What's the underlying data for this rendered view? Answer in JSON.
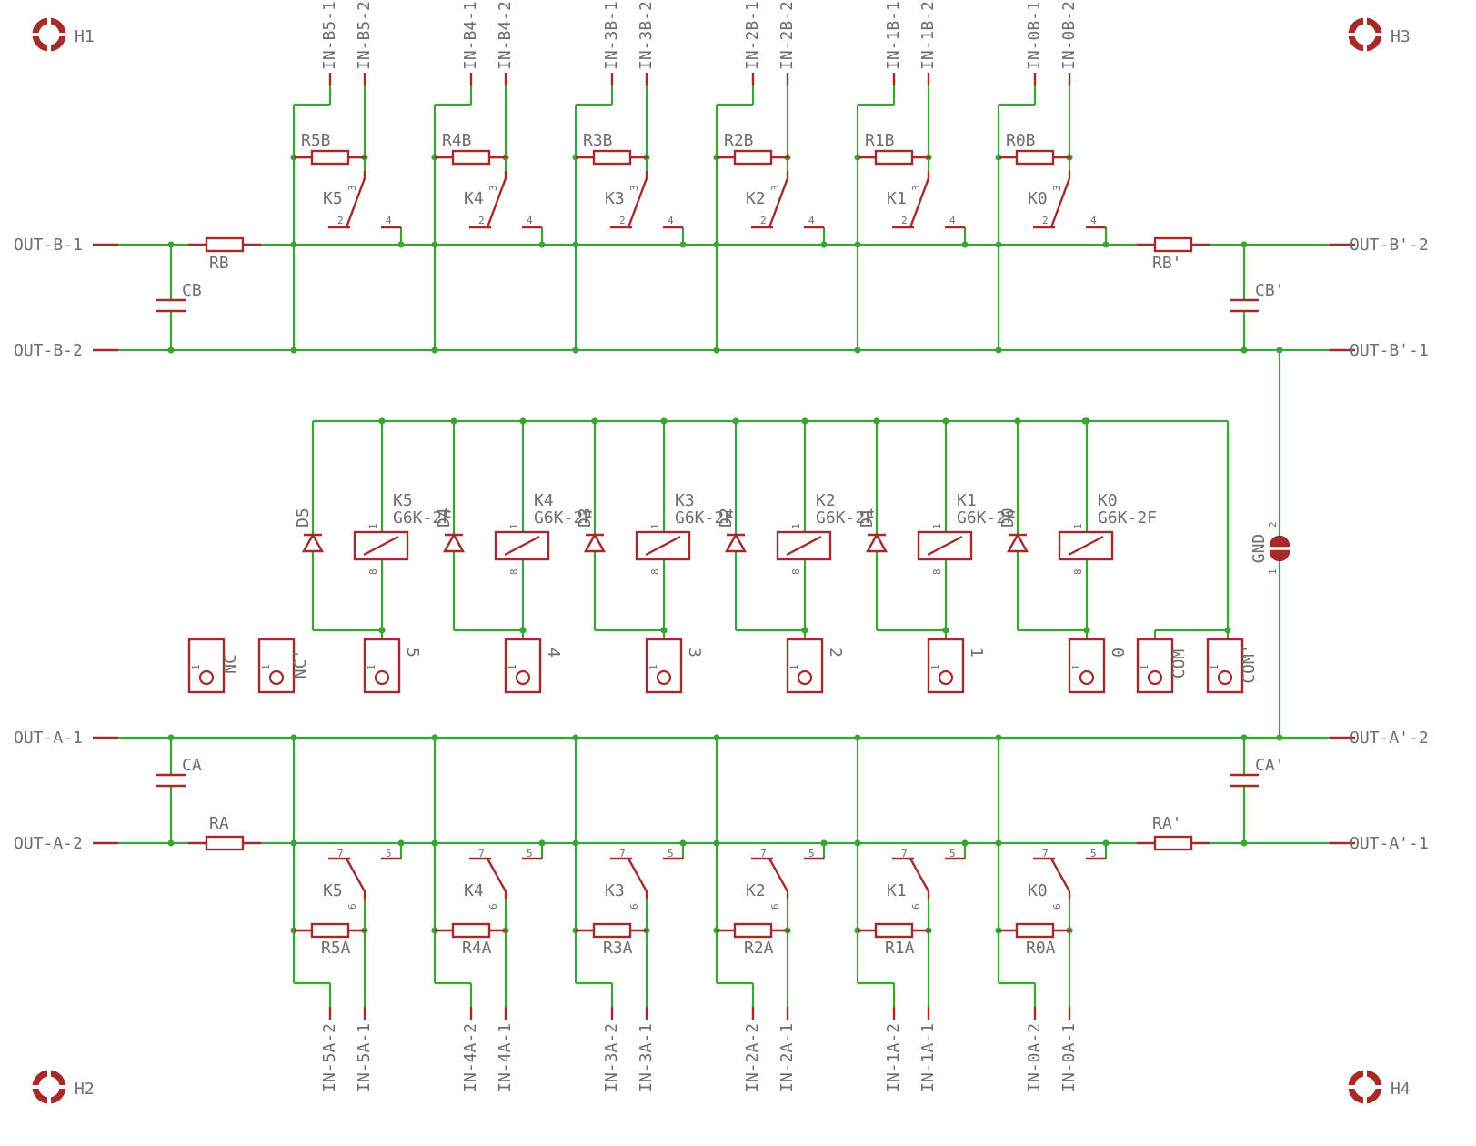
{
  "colors": {
    "wire": "#3aa535",
    "part": "#a52a2a",
    "text": "#6e6e6e"
  },
  "mount_holes": [
    "H1",
    "H2",
    "H3",
    "H4"
  ],
  "out_b": {
    "left_top": "OUT-B-1",
    "left_bottom": "OUT-B-2",
    "right_top": "OUT-B'-2",
    "right_bottom": "OUT-B'-1",
    "r_left": "RB",
    "r_right": "RB'",
    "c_left": "CB",
    "c_right": "CB'"
  },
  "out_a": {
    "left_top": "OUT-A-1",
    "left_bottom": "OUT-A-2",
    "right_top": "OUT-A'-2",
    "right_bottom": "OUT-A'-1",
    "r_left": "RA",
    "r_right": "RA'",
    "c_left": "CA",
    "c_right": "CA'"
  },
  "relay_pins": {
    "p2": "2",
    "p3": "3",
    "p4": "4",
    "p5": "5",
    "p6": "6",
    "p7": "7",
    "c1": "1",
    "c8": "8"
  },
  "relay_type": "G6K-2F",
  "channels": [
    {
      "k": "K5",
      "rb": "R5B",
      "ra": "R5A",
      "inb1": "IN-B5-1",
      "inb2": "IN-B5-2",
      "ina1": "IN-5A-1",
      "ina2": "IN-5A-2",
      "diode": "D5",
      "conn": "5"
    },
    {
      "k": "K4",
      "rb": "R4B",
      "ra": "R4A",
      "inb1": "IN-B4-1",
      "inb2": "IN-B4-2",
      "ina1": "IN-4A-1",
      "ina2": "IN-4A-2",
      "diode": "D4",
      "conn": "4"
    },
    {
      "k": "K3",
      "rb": "R3B",
      "ra": "R3A",
      "inb1": "IN-3B-1",
      "inb2": "IN-3B-2",
      "ina1": "IN-3A-1",
      "ina2": "IN-3A-2",
      "diode": "D3",
      "conn": "3"
    },
    {
      "k": "K2",
      "rb": "R2B",
      "ra": "R2A",
      "inb1": "IN-2B-1",
      "inb2": "IN-2B-2",
      "ina1": "IN-2A-1",
      "ina2": "IN-2A-2",
      "diode": "D2",
      "conn": "2"
    },
    {
      "k": "K1",
      "rb": "R1B",
      "ra": "R1A",
      "inb1": "IN-1B-1",
      "inb2": "IN-1B-2",
      "ina1": "IN-1A-1",
      "ina2": "IN-1A-2",
      "diode": "D1",
      "conn": "1"
    },
    {
      "k": "K0",
      "rb": "R0B",
      "ra": "R0A",
      "inb1": "IN-0B-1",
      "inb2": "IN-0B-2",
      "ina1": "IN-0A-1",
      "ina2": "IN-0A-2",
      "diode": "D0",
      "conn": "0"
    }
  ],
  "aux_connectors": [
    "NC",
    "NC'",
    "COM",
    "COM'"
  ],
  "gnd": {
    "label": "GND",
    "pin1": "1",
    "pin2": "2"
  }
}
